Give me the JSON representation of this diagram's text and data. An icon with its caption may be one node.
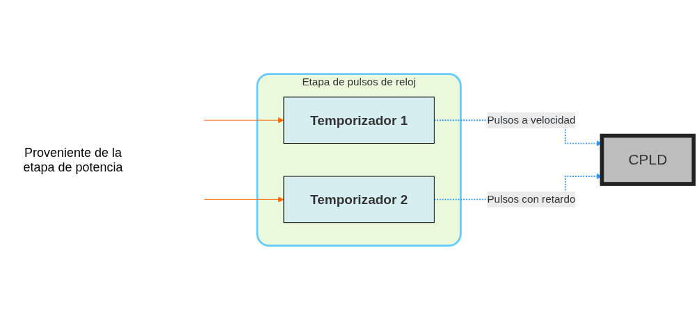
{
  "diagram": {
    "nodes": [
      {
        "text": [
          "Etapa de pulsos de reloj"
        ]
      },
      {
        "text": [
          "Temporizador 1"
        ],
        "in": 0
      },
      {
        "text": [
          "Temporizador 2"
        ],
        "in": 0
      },
      {
        "text": [
          "CPLD"
        ]
      }
    ],
    "edges": [
      {
        "from": null,
        "to": 1,
        "arrow": "to",
        "color": "#ff6600"
      },
      {
        "from": null,
        "to": 2,
        "arrow": "to",
        "color": "#ff6600"
      },
      {
        "from": 1,
        "to": 3,
        "arrow": "to",
        "label": "Pulsos a velocidad",
        "style": "dashed",
        "color": "#3399ff"
      },
      {
        "from": 2,
        "to": 3,
        "arrow": "to",
        "label": "Pulsos con retardo",
        "style": "dashed",
        "color": "#3399ff"
      }
    ],
    "labels": [
      "Proveniente de la etapa de potencia"
    ]
  }
}
